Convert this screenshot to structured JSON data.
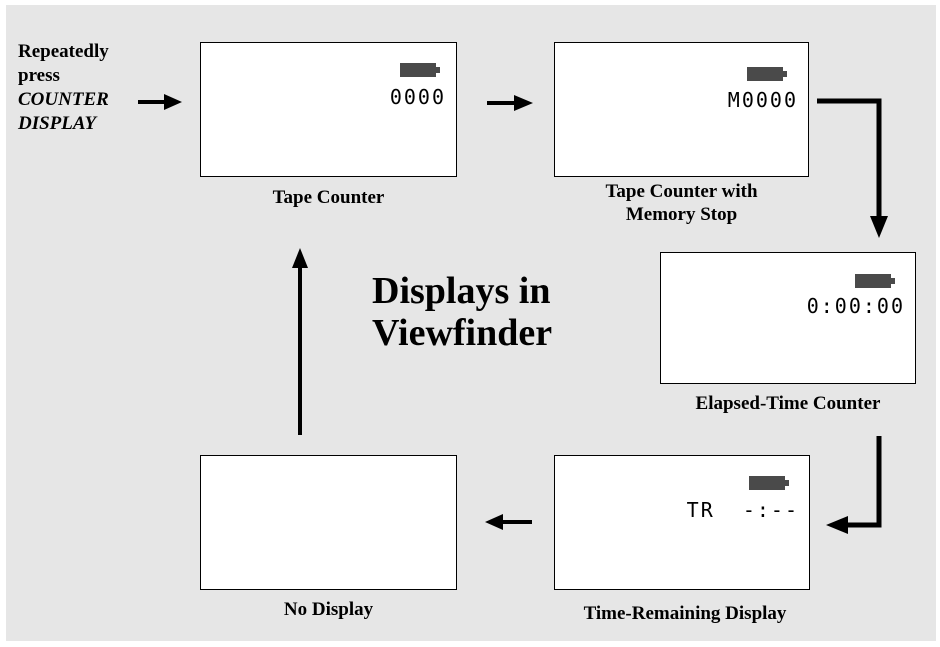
{
  "instruction": {
    "line1": "Repeatedly",
    "line2": "press",
    "line3": "COUNTER",
    "line4": "DISPLAY"
  },
  "title": {
    "line1": "Displays in",
    "line2": "Viewfinder"
  },
  "displays": {
    "tape_counter": {
      "readout": "0000",
      "caption": "Tape Counter"
    },
    "memory_stop": {
      "readout": "M0000",
      "caption_line1": "Tape Counter with",
      "caption_line2": "Memory Stop"
    },
    "elapsed": {
      "readout": "0:00:00",
      "caption": "Elapsed-Time Counter"
    },
    "time_remaining": {
      "readout": "TR  -:--",
      "caption": "Time-Remaining Display"
    },
    "no_display": {
      "caption": "No Display"
    }
  }
}
